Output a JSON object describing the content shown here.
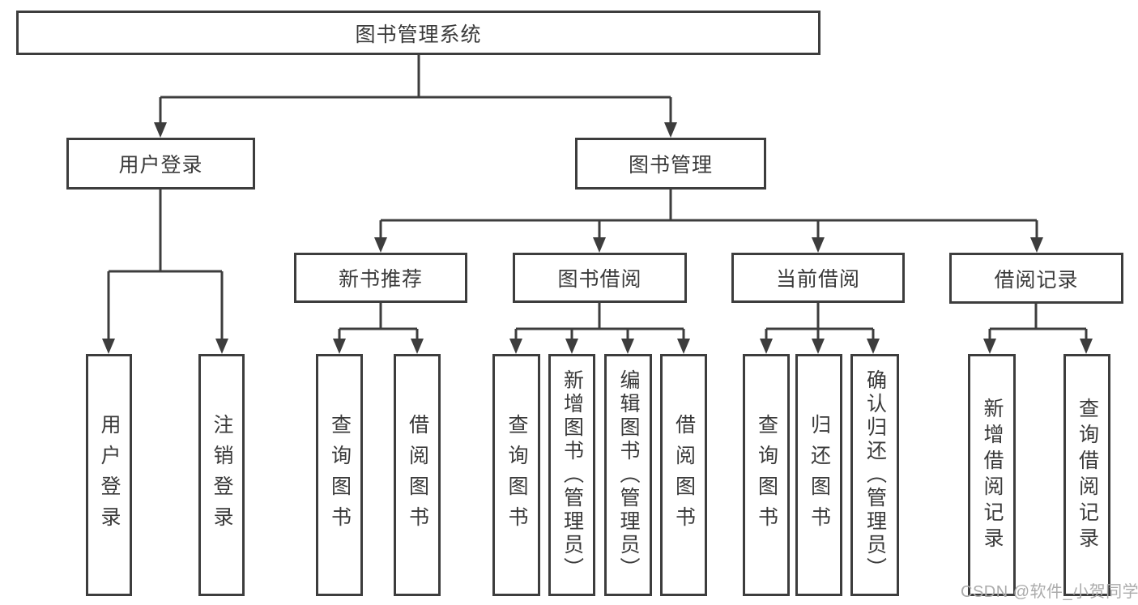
{
  "colors": {
    "line": "#3d3d3d",
    "text": "#3a3a3a",
    "box_background": "#ffffff",
    "watermark": "#ababab"
  },
  "tree": {
    "root": {
      "label": "图书管理系统"
    },
    "branches": [
      {
        "label": "用户登录",
        "children": [
          {
            "label": "用户登录"
          },
          {
            "label": "注销登录"
          }
        ]
      },
      {
        "label": "图书管理",
        "children": [
          {
            "label": "新书推荐",
            "children": [
              {
                "label": "查询图书"
              },
              {
                "label": "借阅图书"
              }
            ]
          },
          {
            "label": "图书借阅",
            "children": [
              {
                "label": "查询图书"
              },
              {
                "label": "新增图书（管理员）"
              },
              {
                "label": "编辑图书（管理员）"
              },
              {
                "label": "借阅图书"
              }
            ]
          },
          {
            "label": "当前借阅",
            "children": [
              {
                "label": "查询图书"
              },
              {
                "label": "归还图书"
              },
              {
                "label": "确认归还（管理员）"
              }
            ]
          },
          {
            "label": "借阅记录",
            "children": [
              {
                "label": "新增借阅记录"
              },
              {
                "label": "查询借阅记录"
              }
            ]
          }
        ]
      }
    ]
  },
  "watermark": {
    "text": "CSDN @软件_小贺同学"
  }
}
